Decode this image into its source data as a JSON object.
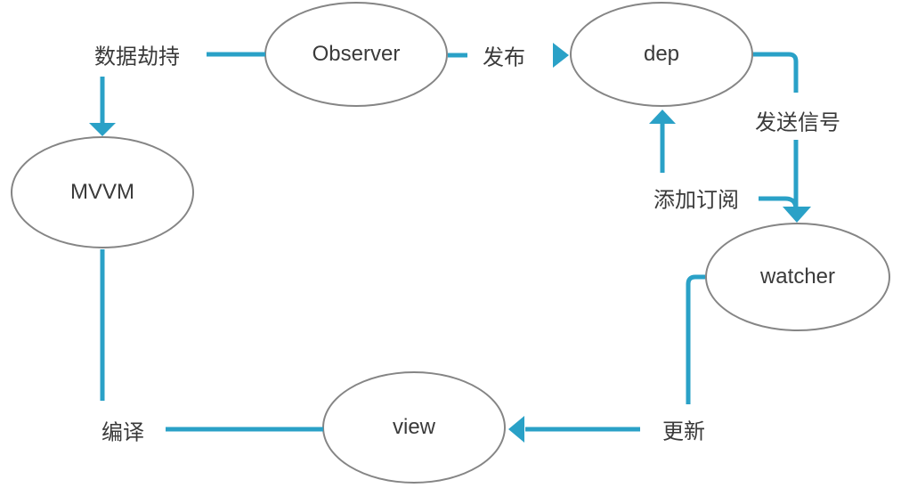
{
  "diagram": {
    "type": "flowchart",
    "topic": "MVVM reactive data-binding flow",
    "colors": {
      "connector": "#2aa1c7",
      "node_border": "#858585",
      "node_fill": "#ffffff",
      "text": "#3a3a3a"
    },
    "nodes": [
      {
        "id": "observer",
        "label": "Observer",
        "shape": "ellipse"
      },
      {
        "id": "mvvm",
        "label": "MVVM",
        "shape": "ellipse"
      },
      {
        "id": "dep",
        "label": "dep",
        "shape": "ellipse"
      },
      {
        "id": "watcher",
        "label": "watcher",
        "shape": "ellipse"
      },
      {
        "id": "view",
        "label": "view",
        "shape": "ellipse"
      }
    ],
    "edges": [
      {
        "from": "observer",
        "to": "mvvm",
        "label": "数据劫持",
        "arrow": "to"
      },
      {
        "from": "observer",
        "to": "dep",
        "label": "发布",
        "arrow": "to"
      },
      {
        "from": "dep",
        "to": "watcher",
        "label": "发送信号",
        "arrow": "to"
      },
      {
        "from": "watcher",
        "to": "dep",
        "label": "添加订阅",
        "arrow": "to"
      },
      {
        "from": "watcher",
        "to": "view",
        "label": "更新",
        "arrow": "to"
      },
      {
        "from": "view",
        "to": "mvvm",
        "label": "编译",
        "arrow": "none"
      }
    ]
  }
}
